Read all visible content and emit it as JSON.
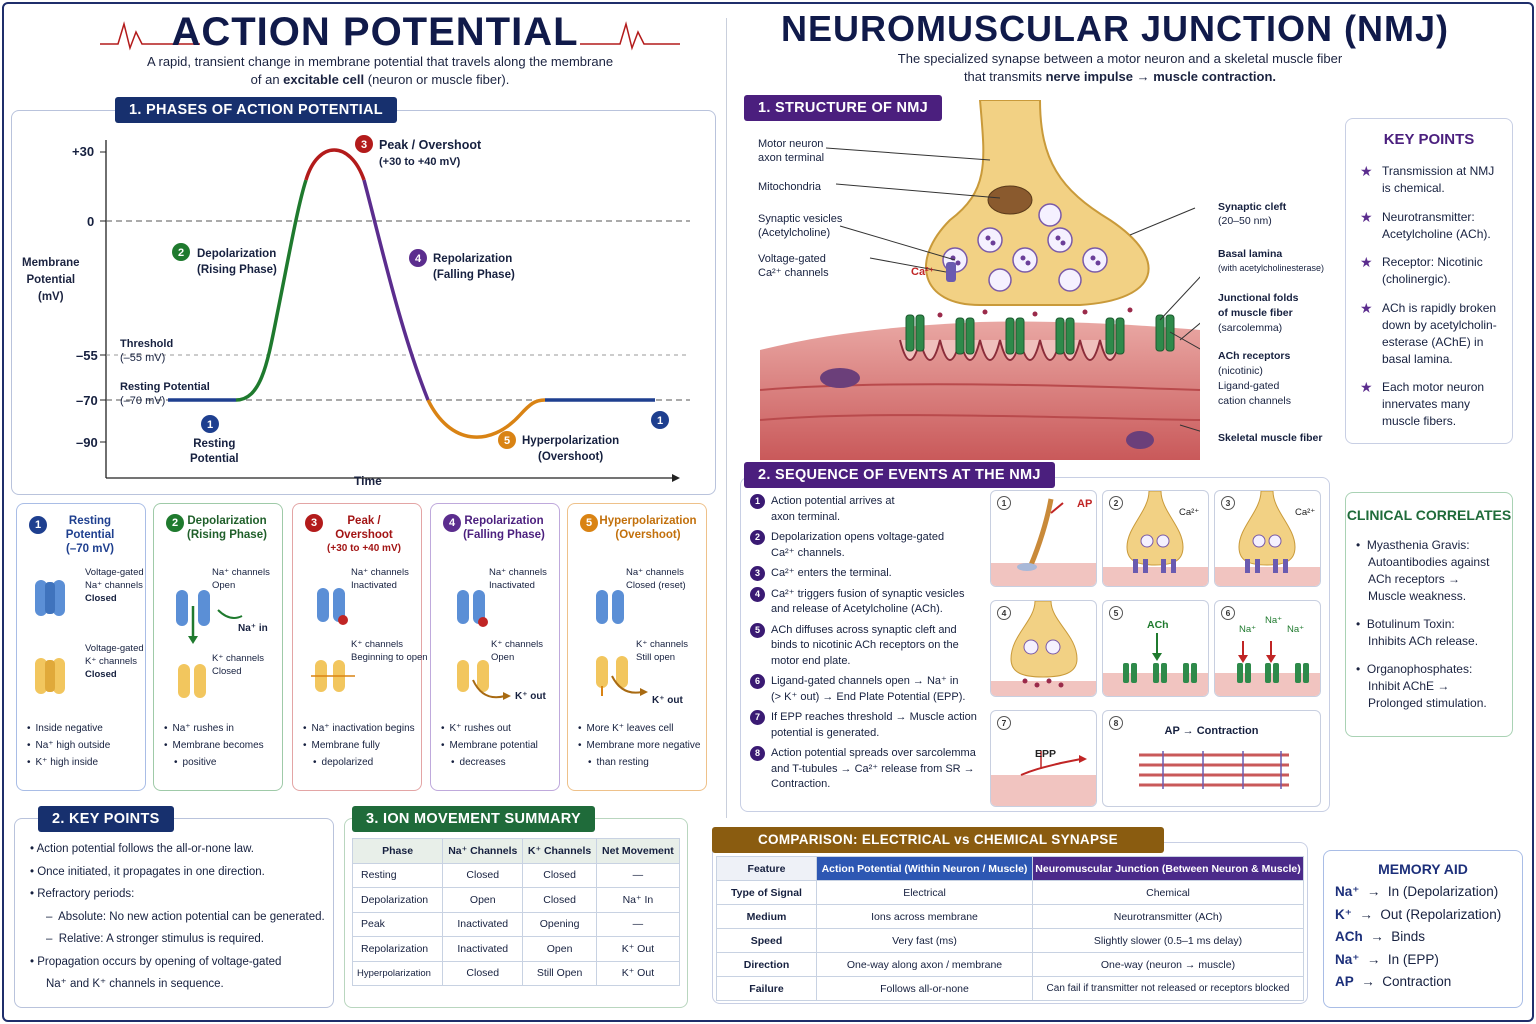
{
  "left": {
    "title": "ACTION POTENTIAL",
    "subtitle_1": "A rapid, transient change in membrane potential that travels along the membrane",
    "subtitle_2_pre": "of an ",
    "subtitle_2_b1": "excitable cell",
    "subtitle_2_mid": " (neuron or muscle fiber).",
    "phases_banner": "1. PHASES OF ACTION POTENTIAL",
    "graph": {
      "y_axis_label": [
        "Membrane",
        "Potential",
        "(mV)"
      ],
      "x_axis_label": "Time",
      "ticks": [
        "+30",
        "0",
        "–55",
        "–70",
        "–90"
      ],
      "threshold": [
        "Threshold",
        "(–55 mV)"
      ],
      "resting": [
        "Resting Potential",
        "(–70 mV)"
      ],
      "phase1": [
        "Resting",
        "Potential"
      ],
      "phase2": [
        "Depolarization",
        "(Rising Phase)"
      ],
      "phase3": [
        "Peak / Overshoot",
        "(+30 to +40 mV)"
      ],
      "phase4": [
        "Repolarization",
        "(Falling Phase)"
      ],
      "phase5": [
        "Hyperpolarization",
        "(Overshoot)"
      ],
      "colors": {
        "resting": "#1e3f8f",
        "depol": "#1f7a2e",
        "peak": "#b31b1b",
        "repol": "#5b2d8e",
        "hyper": "#d98314"
      }
    },
    "cards": [
      {
        "num": "1",
        "title": [
          "Resting",
          "Potential",
          "(–70 mV)"
        ],
        "top_label": [
          "Voltage-gated",
          "Na⁺ channels"
        ],
        "top_state": "Closed",
        "bot_label": [
          "Voltage-gated",
          "K⁺ channels"
        ],
        "bot_state": "Closed",
        "bullets": [
          "Inside negative",
          "Na⁺ high outside",
          "K⁺ high inside"
        ]
      },
      {
        "num": "2",
        "title": [
          "Depolarization",
          "(Rising Phase)"
        ],
        "top_label": [
          "Na⁺ channels",
          "Open"
        ],
        "flow": "Na⁺ in",
        "bot_label": [
          "K⁺ channels",
          "Closed"
        ],
        "bullets": [
          "Na⁺ rushes in",
          "Membrane becomes",
          "positive"
        ]
      },
      {
        "num": "3",
        "title": [
          "Peak /",
          "Overshoot",
          "(+30 to +40 mV)"
        ],
        "top_label": [
          "Na⁺ channels",
          "Inactivated"
        ],
        "bot_label": [
          "K⁺ channels",
          "Beginning to open"
        ],
        "bullets": [
          "Na⁺ inactivation begins",
          "Membrane fully",
          "depolarized"
        ]
      },
      {
        "num": "4",
        "title": [
          "Repolarization",
          "(Falling Phase)"
        ],
        "top_label": [
          "Na⁺ channels",
          "Inactivated"
        ],
        "bot_label": [
          "K⁺ channels",
          "Open"
        ],
        "flow": "K⁺ out",
        "bullets": [
          "K⁺ rushes out",
          "Membrane potential",
          "decreases"
        ]
      },
      {
        "num": "5",
        "title": [
          "Hyperpolarization",
          "(Overshoot)"
        ],
        "top_label": [
          "Na⁺ channels",
          "Closed (reset)"
        ],
        "bot_label": [
          "K⁺ channels",
          "Still open"
        ],
        "flow": "K⁺ out",
        "bullets": [
          "More K⁺ leaves cell",
          "Membrane more negative",
          "than resting"
        ]
      }
    ],
    "key_points_banner": "2. KEY POINTS",
    "key_points": [
      "•  Action potential follows the all-or-none law.",
      "•  Once initiated, it propagates in one direction.",
      "•  Refractory periods:",
      "     –  Absolute: No new action potential can be generated.",
      "     –  Relative: A stronger stimulus is required.",
      "•  Propagation occurs by opening of voltage-gated",
      "     Na⁺ and K⁺ channels in sequence."
    ],
    "ion_banner": "3. ION MOVEMENT SUMMARY",
    "ion_table": {
      "headers": [
        "Phase",
        "Na⁺ Channels",
        "K⁺ Channels",
        "Net Movement"
      ],
      "rows": [
        [
          "Resting",
          "Closed",
          "Closed",
          "—"
        ],
        [
          "Depolarization",
          "Open",
          "Closed",
          "Na⁺ In"
        ],
        [
          "Peak",
          "Inactivated",
          "Opening",
          "—"
        ],
        [
          "Repolarization",
          "Inactivated",
          "Open",
          "K⁺ Out"
        ],
        [
          "Hyperpolarization",
          "Closed",
          "Still Open",
          "K⁺ Out"
        ]
      ]
    }
  },
  "right": {
    "title": "NEUROMUSCULAR JUNCTION (NMJ)",
    "subtitle_1": "The specialized synapse between a motor neuron and a skeletal muscle fiber",
    "subtitle_2_pre": "that transmits ",
    "subtitle_2_b": "nerve impulse → muscle contraction.",
    "structure_banner": "1. STRUCTURE OF NMJ",
    "structure_labels_left": [
      [
        "Motor neuron",
        "axon terminal"
      ],
      [
        "Mitochondria"
      ],
      [
        "Synaptic vesicles",
        "(Acetylcholine)"
      ],
      [
        "Voltage-gated",
        "Ca²⁺ channels"
      ]
    ],
    "ca_label": "Ca²⁺",
    "structure_labels_right": [
      {
        "b": "Synaptic cleft",
        "n": "(20–50 nm)"
      },
      {
        "b": "Basal lamina",
        "n": "(with acetylcholinesterase)"
      },
      {
        "b": "Junctional folds",
        "b2": "of muscle fiber",
        "n": "(sarcolemma)"
      },
      {
        "b": "ACh receptors",
        "n": "(nicotinic)",
        "n2": "Ligand-gated",
        "n3": "cation channels"
      },
      {
        "b": "Skeletal muscle fiber"
      }
    ],
    "key_points_title": "KEY POINTS",
    "key_points": [
      [
        "Transmission at NMJ",
        "is chemical."
      ],
      [
        "Neurotransmitter:",
        "Acetylcholine (ACh)."
      ],
      [
        "Receptor: Nicotinic",
        "(cholinergic)."
      ],
      [
        "ACh is rapidly broken",
        "down by acetylcholin-",
        "esterase (AChE) in",
        "basal lamina."
      ],
      [
        "Each motor neuron",
        "innervates many",
        "muscle fibers."
      ]
    ],
    "sequence_banner": "2. SEQUENCE OF EVENTS AT THE NMJ",
    "sequence": [
      [
        "Action potential arrives at",
        "axon terminal."
      ],
      [
        "Depolarization opens voltage-gated",
        "Ca²⁺ channels."
      ],
      [
        "Ca²⁺ enters the terminal."
      ],
      [
        "Ca²⁺ triggers fusion of synaptic vesicles",
        "and release of Acetylcholine (ACh)."
      ],
      [
        "ACh diffuses across synaptic cleft and",
        "binds to nicotinic ACh receptors on the",
        "motor end plate."
      ],
      [
        "Ligand-gated channels open → Na⁺ in",
        "(> K⁺ out) → End Plate Potential (EPP)."
      ],
      [
        "If EPP reaches threshold → Muscle action",
        "potential is generated."
      ],
      [
        "Action potential spreads over sarcolemma",
        "and T-tubules → Ca²⁺ release from SR →",
        "Contraction."
      ]
    ],
    "tiles": {
      "t1": "AP",
      "t2": "Ca²⁺",
      "t3": "Ca²⁺",
      "t5": "ACh",
      "t6a": "Na⁺",
      "t6b": "Na⁺",
      "t6c": "Na⁺",
      "t7": "EPP",
      "t8": "AP → Contraction"
    },
    "clinical_title": "CLINICAL CORRELATES",
    "clinical": [
      [
        "Myasthenia Gravis:",
        "Autoantibodies against",
        "ACh receptors →",
        "Muscle weakness."
      ],
      [
        "Botulinum Toxin:",
        "Inhibits ACh release."
      ],
      [
        "Organophosphates:",
        "Inhibit AChE →",
        "Prolonged stimulation."
      ]
    ],
    "comparison_banner": "COMPARISON: ELECTRICAL vs CHEMICAL SYNAPSE",
    "comparison": {
      "headers": [
        "Feature",
        "Action Potential (Within Neuron / Muscle)",
        "Neuromuscular Junction (Between Neuron & Muscle)"
      ],
      "rows": [
        [
          "Type of Signal",
          "Electrical",
          "Chemical"
        ],
        [
          "Medium",
          "Ions across membrane",
          "Neurotransmitter (ACh)"
        ],
        [
          "Speed",
          "Very fast (ms)",
          "Slightly slower (0.5–1 ms delay)"
        ],
        [
          "Direction",
          "One-way along axon / membrane",
          "One-way (neuron → muscle)"
        ],
        [
          "Failure",
          "Follows all-or-none",
          "Can fail if transmitter not released or receptors blocked"
        ]
      ]
    },
    "memory_title": "MEMORY AID",
    "memory": [
      {
        "k": "Na⁺",
        "v": "In (Depolarization)"
      },
      {
        "k": "K⁺",
        "v": "Out (Repolarization)"
      },
      {
        "k": "ACh",
        "v": "Binds"
      },
      {
        "k": "Na⁺",
        "v": "In (EPP)"
      },
      {
        "k": "AP",
        "v": "Contraction"
      }
    ]
  }
}
